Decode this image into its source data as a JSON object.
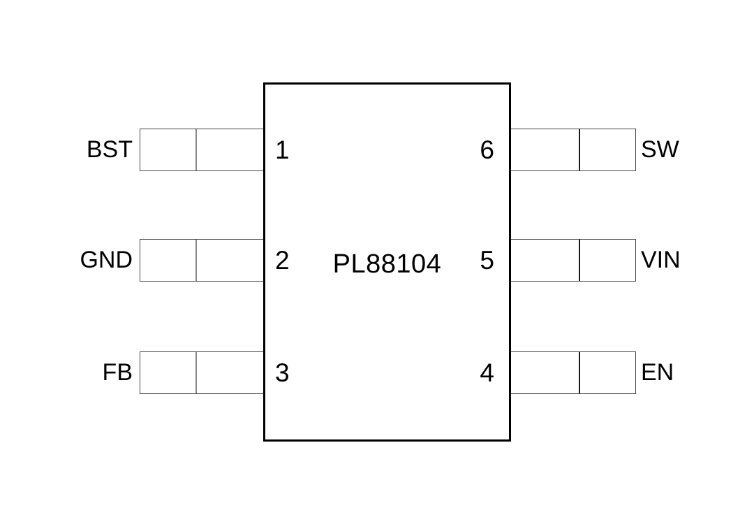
{
  "diagram": {
    "title": "PL88104",
    "type": "ic-pinout",
    "pins": {
      "left": [
        {
          "number": "1",
          "label": "BST"
        },
        {
          "number": "2",
          "label": "GND"
        },
        {
          "number": "3",
          "label": "FB"
        }
      ],
      "right": [
        {
          "number": "6",
          "label": "SW"
        },
        {
          "number": "5",
          "label": "VIN"
        },
        {
          "number": "4",
          "label": "EN"
        }
      ]
    },
    "colors": {
      "background": "#ffffff",
      "chip_outline": "#000000",
      "pin_pad_outline": "#444444",
      "text": "#000000"
    }
  }
}
